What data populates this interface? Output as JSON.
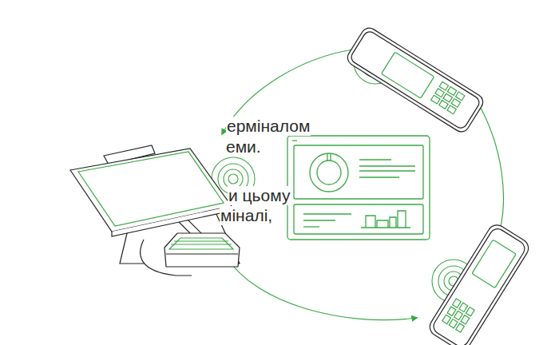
{
  "diagram": {
    "labels": [
      "ерміналом",
      "еми.",
      "и цьому",
      "міналі,"
    ]
  }
}
